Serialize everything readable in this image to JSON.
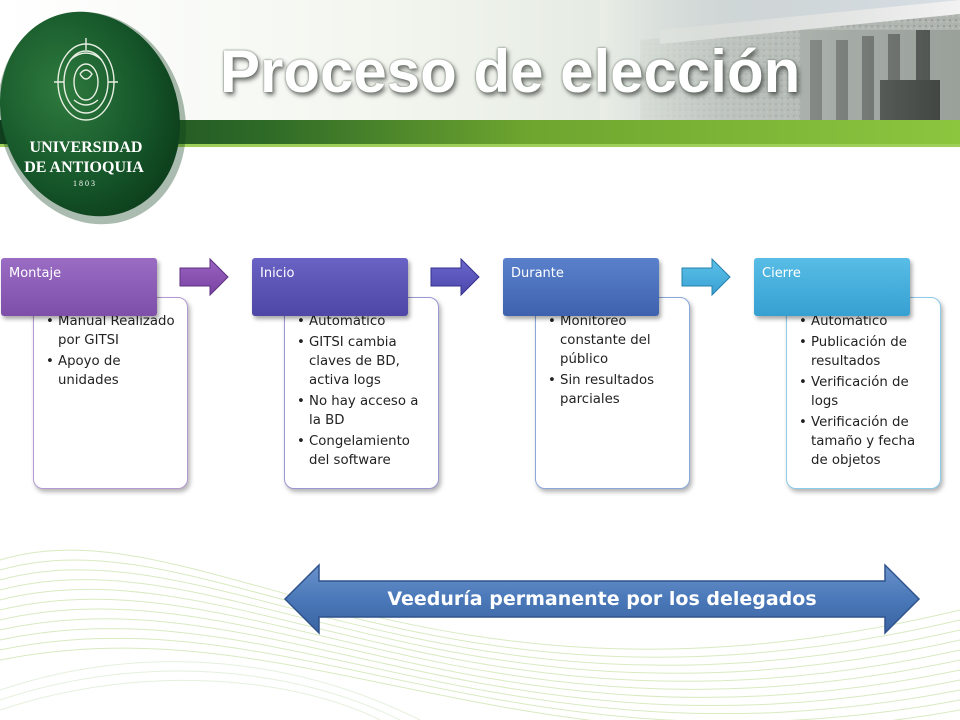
{
  "slide": {
    "title": "Proceso de elección"
  },
  "logo": {
    "name_line1": "UNIVERSIDAD",
    "name_line2": "DE ANTIOQUIA",
    "year": "1 8 0 3"
  },
  "colors": {
    "montaje": "#8a5bb4",
    "inicio": "#5b55b4",
    "durante": "#4e72c0",
    "cierre": "#46aede",
    "oversight_fill": "#4a78b8",
    "header_green": "#5c9a2f"
  },
  "stages": [
    {
      "label": "Montaje",
      "items": [
        "Manual Realizado por GITSI",
        "Apoyo de unidades"
      ]
    },
    {
      "label": "Inicio",
      "items": [
        "Automático",
        "GITSI cambia claves de BD, activa logs",
        "No hay acceso a la BD",
        "Congelamiento del software"
      ]
    },
    {
      "label": "Durante",
      "items": [
        "Monitoreo constante del público",
        "Sin resultados parciales"
      ]
    },
    {
      "label": "Cierre",
      "items": [
        "Automático",
        "Publicación de resultados",
        "Verificación de logs",
        "Verificación de tamaño y fecha de objetos"
      ]
    }
  ],
  "oversight": {
    "label": "Veeduría permanente por los delegados"
  }
}
